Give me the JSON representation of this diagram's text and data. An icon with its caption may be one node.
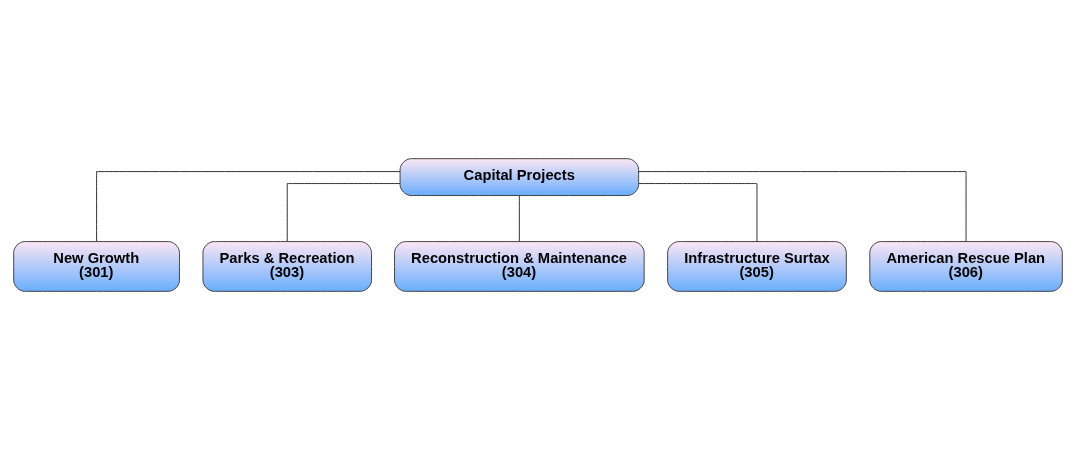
{
  "diagram": {
    "nodes": [
      {
        "text": [
          "Capital Projects"
        ]
      },
      {
        "text": [
          "New Growth",
          "(301)"
        ]
      },
      {
        "text": [
          "Parks & Recreation",
          "(303)"
        ]
      },
      {
        "text": [
          "Reconstruction & Maintenance",
          "(304)"
        ]
      },
      {
        "text": [
          "Infrastructure Surtax",
          "(305)"
        ]
      },
      {
        "text": [
          "American Rescue Plan",
          "(306)"
        ]
      }
    ],
    "edges": [
      {
        "from": 0,
        "to": 1,
        "arrow": "none"
      },
      {
        "from": 0,
        "to": 2,
        "arrow": "none"
      },
      {
        "from": 0,
        "to": 3,
        "arrow": "none"
      },
      {
        "from": 0,
        "to": 4,
        "arrow": "none"
      },
      {
        "from": 0,
        "to": 5,
        "arrow": "none"
      }
    ]
  }
}
